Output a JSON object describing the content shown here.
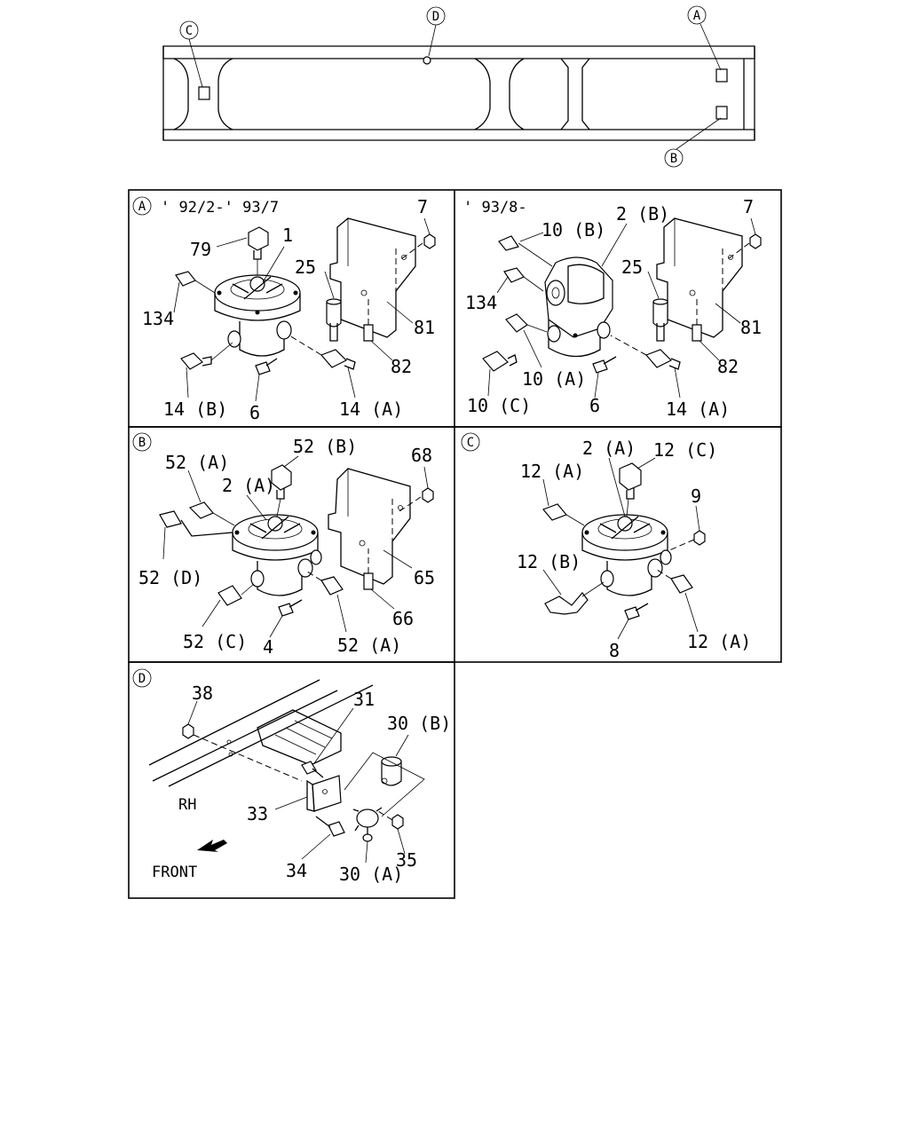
{
  "overview": {
    "callouts": [
      "C",
      "D",
      "A",
      "B"
    ]
  },
  "panels": {
    "A": {
      "marker": "A",
      "left_header": "' 92/2-' 93/7",
      "right_header": "' 93/8-",
      "left_labels": [
        "79",
        "1",
        "7",
        "25",
        "134",
        "81",
        "82",
        "14 (B)",
        "6",
        "14 (A)"
      ],
      "right_labels": [
        "10 (B)",
        "2 (B)",
        "7",
        "25",
        "134",
        "81",
        "10 (A)",
        "82",
        "10 (C)",
        "6",
        "14 (A)"
      ]
    },
    "B": {
      "marker": "B",
      "labels": [
        "52 (B)",
        "52 (A)",
        "68",
        "2 (A)",
        "52 (D)",
        "65",
        "66",
        "52 (C)",
        "4",
        "52 (A)"
      ]
    },
    "C": {
      "marker": "C",
      "labels": [
        "2 (A)",
        "12 (C)",
        "12 (A)",
        "9",
        "12 (B)",
        "12 (A)",
        "8"
      ]
    },
    "D": {
      "marker": "D",
      "labels": [
        "38",
        "31",
        "30 (B)",
        "RH",
        "33",
        "FRONT",
        "34",
        "30 (A)",
        "35"
      ]
    }
  }
}
